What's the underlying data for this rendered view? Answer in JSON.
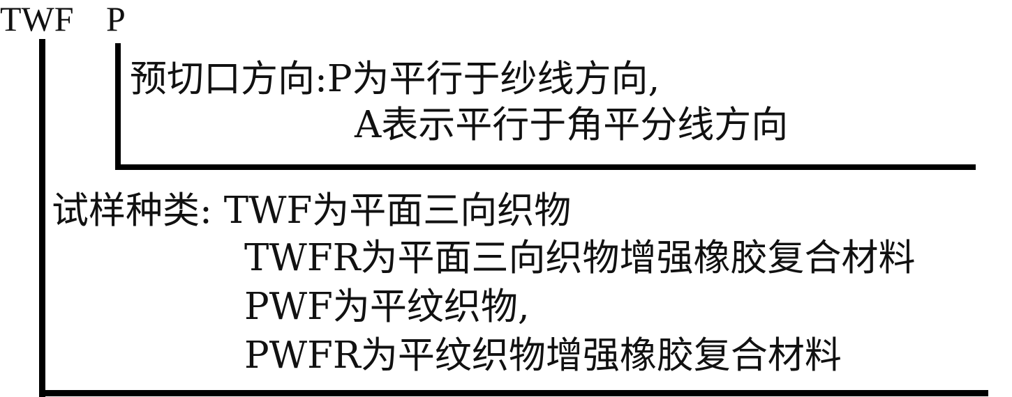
{
  "code": {
    "prefix": "TWF",
    "suffix": "P"
  },
  "cut_direction": {
    "heading": "预切口方向:P为平行于纱线方向,",
    "line2": "A表示平行于角平分线方向"
  },
  "sample_type": {
    "heading": "试样种类: TWF为平面三向织物",
    "lines": [
      "TWFR为平面三向织物增强橡胶复合材料",
      "PWF为平纹织物,",
      "PWFR为平纹织物增强橡胶复合材料"
    ]
  },
  "colors": {
    "background": "#ffffff",
    "ink": "#000000"
  }
}
